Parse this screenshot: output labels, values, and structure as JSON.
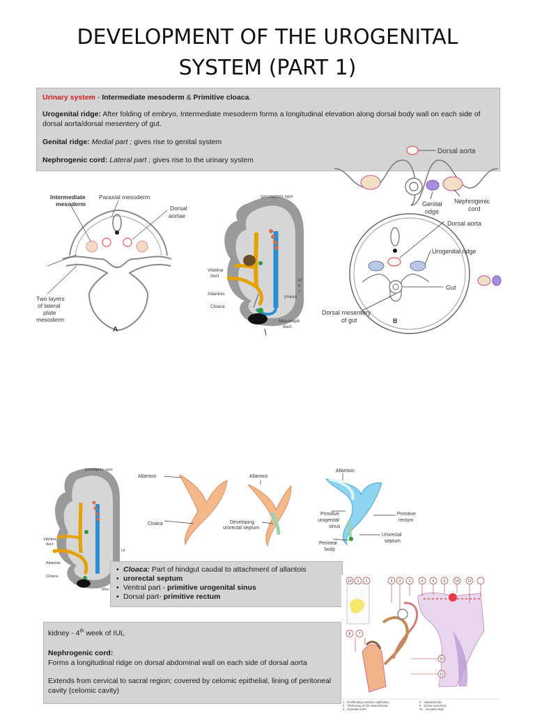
{
  "title": {
    "line1": "DEVELOPMENT OF THE UROGENITAL",
    "line2": "SYSTEM (PART 1)"
  },
  "box1": {
    "urinary_label": "Urinary system",
    "urinary_rest_1": " - ",
    "urinary_bold_1": "Intermediate mesoderm",
    "urinary_rest_2": " & ",
    "urinary_bold_2": "Primitive cloaca",
    "urinary_rest_3": ".",
    "ridge_label": "Urogenital ridge:",
    "ridge_text": " After folding of embryo, Intermediate mesoderm forms a longitudinal elevation along dorsal body wall on each side of dorsal aorta/dorsal mesentery of gut.",
    "genital_label": "Genital ridge:",
    "genital_italic": " Medial part ;",
    "genital_text": " gives rise to genital system",
    "nephro_label": "Nephrogenic cord:",
    "nephro_italic": " Lateral part ;",
    "nephro_text": " gives rise to the urinary system"
  },
  "fig_a": {
    "intermediate": [
      "Intermediate",
      "mesoderm"
    ],
    "paraxial": "Paraxial mesoderm",
    "dorsal": [
      "Dorsal",
      "aortae"
    ],
    "two_layers": [
      "Two layers",
      "of lateral",
      "plate",
      "mesoderm"
    ],
    "letter": "A"
  },
  "fig_embryo": {
    "pronephric": "(pronephric syst",
    "vitelline": [
      "Vitelline",
      "duct"
    ],
    "allantois": "Allantois",
    "cloaca": "Cloaca",
    "meso_duct": [
      "Mesoneph",
      "duct"
    ],
    "ur": [
      "Ur",
      "ir",
      "r",
      "(meso"
    ]
  },
  "fig_b": {
    "dorsal_aorta_top": "Dorsal aorta",
    "genital_ridge": [
      "Genital",
      "ridge"
    ],
    "nephrogenic_cord": [
      "Nephrogenic",
      "cord"
    ],
    "dorsal_aorta": "Dorsal aorta",
    "urogenital_ridge": "Urogenital ridge",
    "gut": "Gut",
    "mesentery": [
      "Dorsal mesentery",
      "of gut"
    ],
    "letter": "B"
  },
  "fig_embryo2": {
    "pronephric": "(pronephric syst",
    "vitelline": [
      "Vitelline",
      "duct"
    ],
    "allantois": "Allantois",
    "cloaca": "Cloaca",
    "ur": "Ur",
    "mes": "Mes"
  },
  "fig_cloaca": {
    "allantois1": "Allantois",
    "cloaca": "Cloaca",
    "allantois2": "Allantois",
    "developing": [
      "Developing",
      "urorectal septum"
    ],
    "allantois3": "Allantois",
    "prim_urogenital": [
      "Primitive",
      "urogenital",
      "sinus"
    ],
    "perineal": [
      "Perineal",
      "body"
    ],
    "prim_rectum": [
      "Primitive",
      "rectum"
    ],
    "urorectal": [
      "Urorectal",
      "septum"
    ]
  },
  "box2": {
    "cloaca_label": "Cloaca:",
    "cloaca_text": " Part of hindgut caudal to attachment of allantois",
    "item2": "urorectal septum",
    "item3_pre": "Ventral part - ",
    "item3_bold": "primitive urogenital sinus",
    "item4_pre": "Dorsal part-  ",
    "item4_bold": "primitive rectum"
  },
  "box3": {
    "kidney_pre": "kidney - 4",
    "kidney_sup": "th",
    "kidney_post": "  week of IUL",
    "nephro_label": "Nephrogenic cord:",
    "nephro_text": "Forms a longitudinal ridge on dorsal  abdominal wall on each side of  dorsal aorta",
    "extends_text": "Extends from cervical to sacral region;  covered by celomic epithelial, lining of peritoneal cavity (celomic cavity)"
  },
  "fig_mesonephros": {
    "nums_top": [
      "10",
      "1",
      "2",
      "9",
      "3",
      "2",
      "4",
      "5",
      "6",
      "14",
      "12"
    ],
    "nums_left": [
      "8",
      "7"
    ],
    "nums_mid": [
      "10",
      "11"
    ],
    "legend": [
      "Proliferating coelomic epithelium",
      "Thickening of the mesenchyma",
      "Gonadal cords",
      "Intestinal tube",
      "Dorsal mesentery",
      "Gonadal ridge"
    ],
    "legend_nums": [
      "1",
      "2",
      "3",
      "8",
      "9",
      "10"
    ]
  },
  "colors": {
    "box_bg": "#d4d4d4",
    "accent_red": "#d11a1a"
  }
}
